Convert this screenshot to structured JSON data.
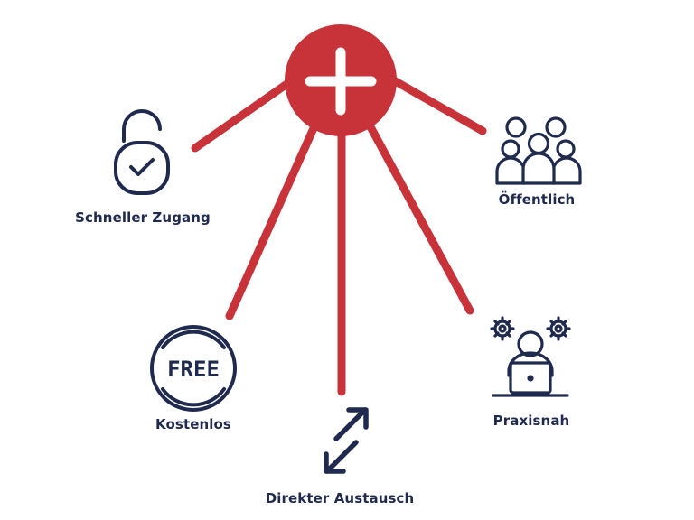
{
  "colors": {
    "accent": "#c8333a",
    "icon": "#1f2a4e",
    "background": "#ffffff"
  },
  "center": {
    "icon": "plus-icon"
  },
  "features": [
    {
      "icon": "unlocked-padlock-check-icon",
      "label": "Schneller Zugang"
    },
    {
      "icon": "group-people-icon",
      "label": "Öffentlich"
    },
    {
      "icon": "free-badge-icon",
      "label": "Kostenlos"
    },
    {
      "icon": "person-laptop-gears-icon",
      "label": "Praxisnah"
    },
    {
      "icon": "swap-arrows-icon",
      "label": "Direkter Austausch"
    }
  ]
}
